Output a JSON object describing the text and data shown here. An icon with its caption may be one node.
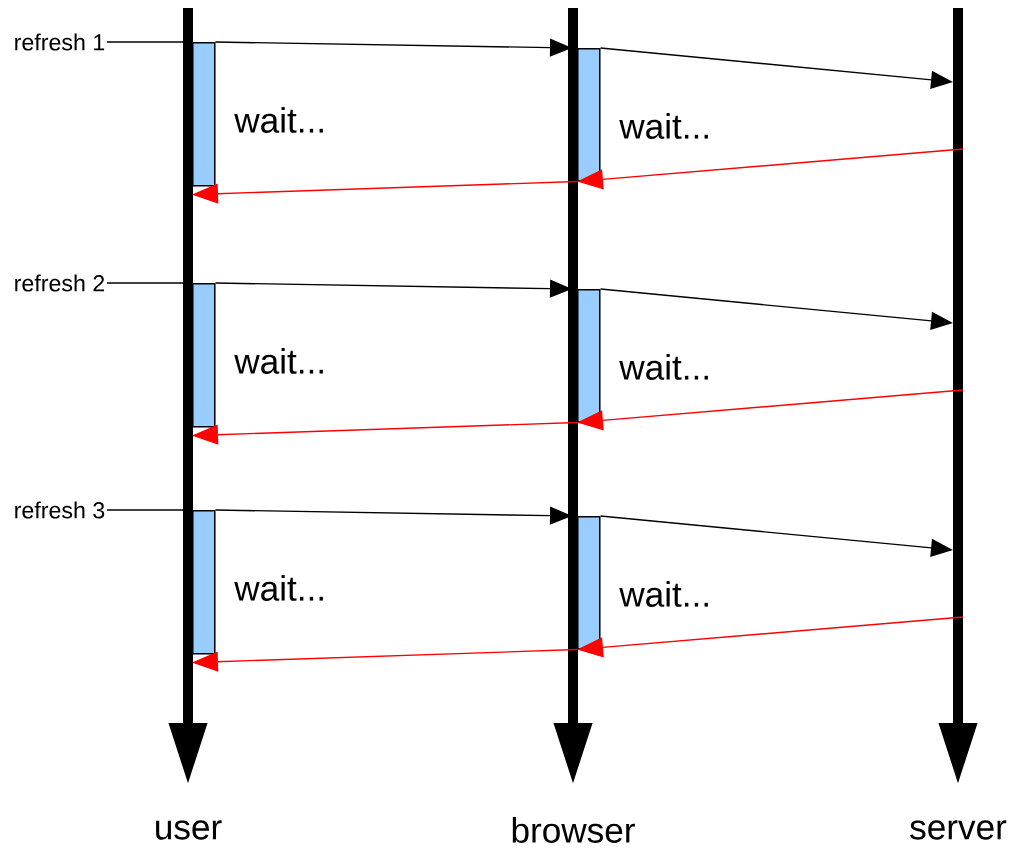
{
  "diagram": {
    "nodes": [
      {
        "text": [
          "user"
        ]
      },
      {
        "text": [
          "browser"
        ]
      },
      {
        "text": [
          "server"
        ]
      },
      {
        "text": [
          "refresh 1"
        ]
      },
      {
        "text": [],
        "shape": "bar",
        "beside": [
          "wait..."
        ],
        "in": 0
      },
      {
        "text": [],
        "shape": "bar",
        "beside": [
          "wait..."
        ],
        "in": 1
      },
      {
        "text": [
          "refresh 2"
        ]
      },
      {
        "text": [],
        "shape": "bar",
        "beside": [
          "wait..."
        ],
        "in": 0
      },
      {
        "text": [],
        "shape": "bar",
        "beside": [
          "wait..."
        ],
        "in": 1
      },
      {
        "text": [
          "refresh 3"
        ]
      },
      {
        "text": [],
        "shape": "bar",
        "beside": [
          "wait..."
        ],
        "in": 0
      },
      {
        "text": [],
        "shape": "bar",
        "beside": [
          "wait..."
        ],
        "in": 1
      }
    ],
    "edges": [
      {
        "from": 3,
        "to": 4,
        "arrow": "none"
      },
      {
        "from": 4,
        "to": 5,
        "arrow": "to"
      },
      {
        "from": 5,
        "to": 2,
        "arrow": "to"
      },
      {
        "from": 2,
        "to": 5,
        "arrow": "to",
        "color": "#ff0000"
      },
      {
        "from": 5,
        "to": 4,
        "arrow": "to",
        "color": "#ff0000"
      },
      {
        "from": 6,
        "to": 7,
        "arrow": "none"
      },
      {
        "from": 7,
        "to": 8,
        "arrow": "to"
      },
      {
        "from": 8,
        "to": 2,
        "arrow": "to"
      },
      {
        "from": 2,
        "to": 8,
        "arrow": "to",
        "color": "#ff0000"
      },
      {
        "from": 8,
        "to": 7,
        "arrow": "to",
        "color": "#ff0000"
      },
      {
        "from": 9,
        "to": 10,
        "arrow": "none"
      },
      {
        "from": 10,
        "to": 11,
        "arrow": "to"
      },
      {
        "from": 11,
        "to": 2,
        "arrow": "to"
      },
      {
        "from": 2,
        "to": 11,
        "arrow": "to",
        "color": "#ff0000"
      },
      {
        "from": 11,
        "to": 10,
        "arrow": "to",
        "color": "#ff0000"
      }
    ]
  }
}
